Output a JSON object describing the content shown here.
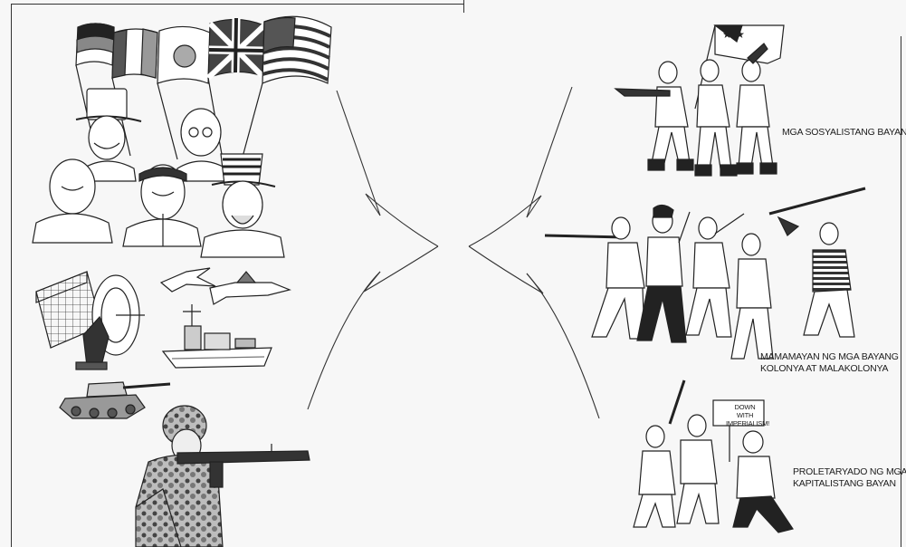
{
  "labels": {
    "socialist": "MGA SOSYALISTANG BAYAN",
    "colonized_line1": "MAMAMAYAN NG MGA BAYANG",
    "colonized_line2": "KOLONYA AT MALAKOLONYA",
    "proletariat_line1": "PROLETARYADO NG MGA",
    "proletariat_line2": "KAPITALISTANG BAYAN"
  },
  "placard": {
    "line1": "DOWN WITH",
    "line2": "IMPERIALISM!"
  },
  "icons": [
    "flags-icon",
    "imperialist-leaders-icon",
    "radar-icon",
    "fighter-jet-icon",
    "warship-icon",
    "tank-icon",
    "soldier-rifle-icon",
    "socialist-soldiers-icon",
    "armed-people-icon",
    "workers-protest-icon",
    "convergence-arrows-icon"
  ]
}
